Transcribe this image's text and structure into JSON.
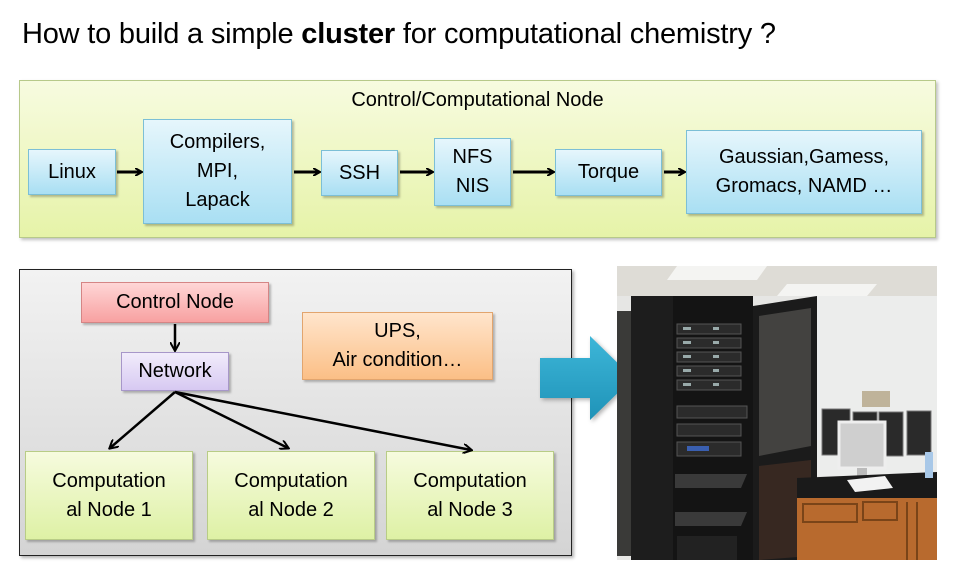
{
  "title": {
    "prefix": "How to build a simple ",
    "bold": "cluster",
    "suffix": " for computational  chemistry ?"
  },
  "software_stack": {
    "label": "Control/Computational Node",
    "steps": [
      {
        "id": "linux",
        "lines": [
          "Linux"
        ]
      },
      {
        "id": "compilers",
        "lines": [
          "Compilers,",
          "MPI,",
          "Lapack"
        ]
      },
      {
        "id": "ssh",
        "lines": [
          "SSH"
        ]
      },
      {
        "id": "nfs-nis",
        "lines": [
          "NFS",
          "NIS"
        ]
      },
      {
        "id": "torque",
        "lines": [
          "Torque"
        ]
      },
      {
        "id": "applications",
        "lines": [
          "Gaussian,Gamess,",
          "Gromacs, NAMD …"
        ]
      }
    ]
  },
  "hardware": {
    "control_node": "Control Node",
    "network": "Network",
    "infrastructure": [
      "UPS,",
      "Air condition…"
    ],
    "compute_nodes": [
      {
        "lines": [
          "Computation",
          "al Node 1"
        ]
      },
      {
        "lines": [
          "Computation",
          "al Node 2"
        ]
      },
      {
        "lines": [
          "Computation",
          "al Node 3"
        ]
      }
    ]
  },
  "photo": {
    "subject": "server-rack-photo"
  },
  "colors": {
    "big_arrow": "#2fa6c9",
    "stack_panel": "#e6f3a8",
    "stack_box": "#a9dff3",
    "control_node": "#f7a1a1",
    "network": "#d7c9f2",
    "infrastructure": "#fbbf86",
    "compute_node": "#def1a5"
  }
}
